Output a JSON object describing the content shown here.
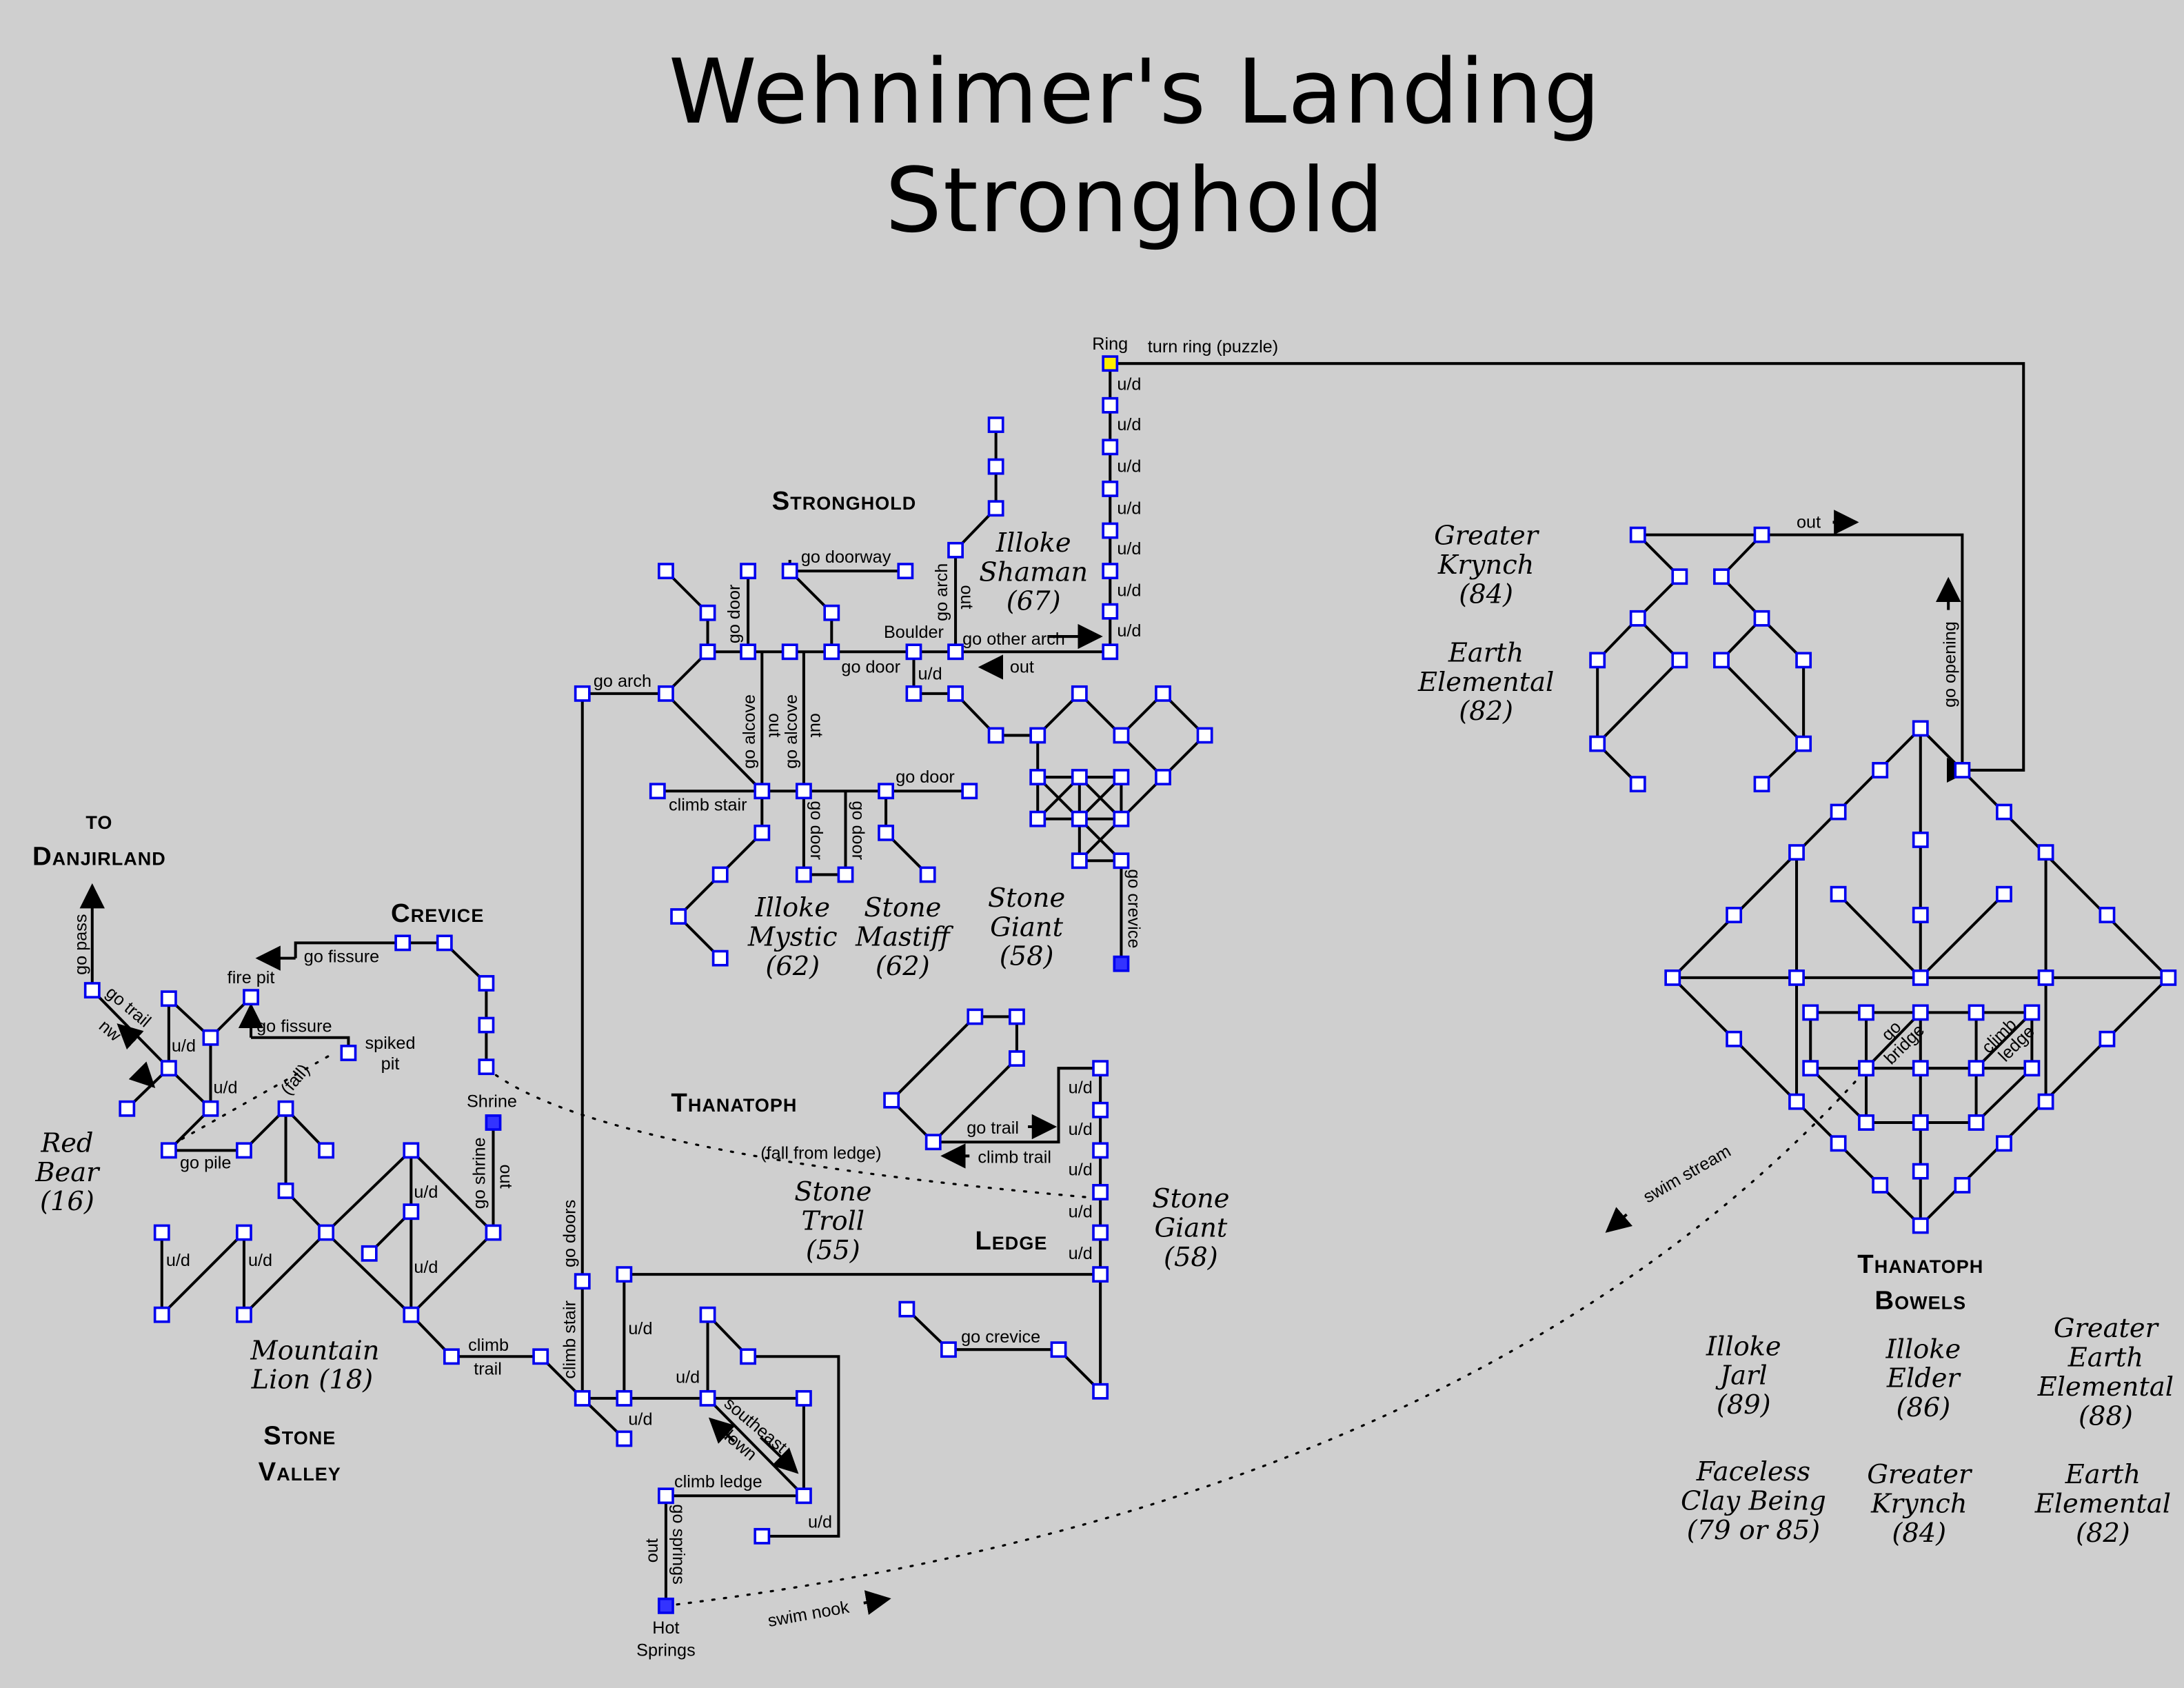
{
  "title": {
    "line1": "Wehnimer's Landing",
    "line2": "Stronghold"
  },
  "colors": {
    "background": "#cfcfcf",
    "node_border": "#0000ee",
    "node_fill": "#ffffff",
    "special_node": "#3333ff",
    "puzzle_node": "#ffee00"
  },
  "areas": {
    "stronghold": "Stronghold",
    "thanatoph": "Thanatoph",
    "ledge": "Ledge",
    "crevice": "Crevice",
    "stone_valley": [
      "Stone",
      "Valley"
    ],
    "bowels": [
      "Thanatoph",
      "Bowels"
    ],
    "danjirland": [
      "to",
      "Danjirland"
    ]
  },
  "rooms": {
    "ring": "Ring",
    "boulder": "Boulder",
    "fire_pit": "fire pit",
    "spiked_pit": [
      "spiked",
      "pit"
    ],
    "shrine": "Shrine",
    "hot_springs": [
      "Hot",
      "Springs"
    ]
  },
  "exits": {
    "turn_ring": "turn ring (puzzle)",
    "ud": "u/d",
    "go_doorway": "go doorway",
    "go_door": "go door",
    "go_arch": "go arch",
    "out": "out",
    "go_other_arch": "go other arch",
    "go_alcove": "go alcove",
    "climb_stair": "climb stair",
    "go_crevice": "go crevice",
    "go_opening": "go opening",
    "go_trail": "go trail",
    "climb_trail": "climb trail",
    "fall_from_ledge": "(fall from ledge)",
    "go_doors": "go doors",
    "swim_stream": "swim stream",
    "swim_nook": "swim nook",
    "go_bridge": [
      "go",
      "bridge"
    ],
    "climb_ledge_diag": [
      "climb",
      "ledge"
    ],
    "go_pass": "go pass",
    "nw": "nw",
    "go_fissure": "go fissure",
    "fall": "(fall)",
    "go_pile": "go pile",
    "go_shrine": "go shrine",
    "climb_ledge": "climb ledge",
    "go_springs": "go springs",
    "southeast": "southeast",
    "down": "down"
  },
  "creatures": {
    "illoke_shaman": [
      "Illoke",
      "Shaman",
      "(67)"
    ],
    "illoke_mystic": [
      "Illoke",
      "Mystic",
      "(62)"
    ],
    "stone_mastiff": [
      "Stone",
      "Mastiff",
      "(62)"
    ],
    "stone_giant_1": [
      "Stone",
      "Giant",
      "(58)"
    ],
    "stone_giant_2": [
      "Stone",
      "Giant",
      "(58)"
    ],
    "stone_troll": [
      "Stone",
      "Troll",
      "(55)"
    ],
    "greater_krynch_top": [
      "Greater",
      "Krynch",
      "(84)"
    ],
    "earth_elemental_top": [
      "Earth",
      "Elemental",
      "(82)"
    ],
    "red_bear": [
      "Red",
      "Bear",
      "(16)"
    ],
    "mountain_lion": [
      "Mountain",
      "Lion (18)"
    ],
    "illoke_jarl": [
      "Illoke",
      "Jarl",
      "(89)"
    ],
    "illoke_elder": [
      "Illoke",
      "Elder",
      "(86)"
    ],
    "greater_earth_elemental": [
      "Greater",
      "Earth",
      "Elemental",
      "(88)"
    ],
    "faceless_clay_being": [
      "Faceless",
      "Clay Being",
      "(79 or 85)"
    ],
    "greater_krynch_bottom": [
      "Greater",
      "Krynch",
      "(84)"
    ],
    "earth_elemental_bottom": [
      "Earth",
      "Elemental",
      "(82)"
    ]
  }
}
